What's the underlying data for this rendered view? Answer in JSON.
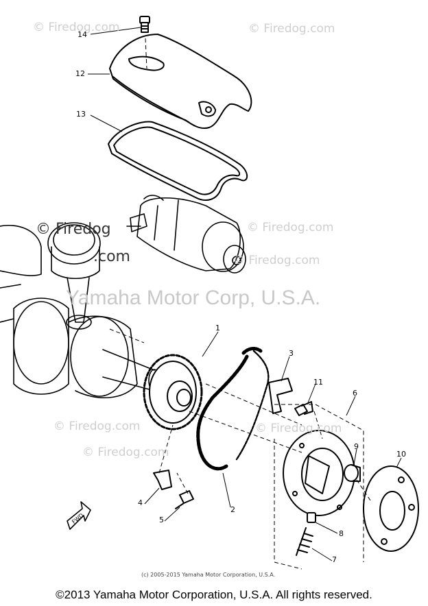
{
  "watermarks": {
    "w1": "© Firedog.com",
    "w2": "© Firedog.com",
    "w3": "© Firedog.com",
    "w4": "© Firedog.com",
    "w5": "© Firedog.com",
    "w6": "© Firedog.com",
    "w7": "© Firedog.com",
    "dark_line1": "© Firedog",
    "dark_line2": ".com"
  },
  "brand_watermark": "Yamaha Motor Corp, U.S.A.",
  "callouts": {
    "c1": "1",
    "c2": "2",
    "c3": "3",
    "c4": "4",
    "c5": "5",
    "c6": "6",
    "c7": "7",
    "c8": "8",
    "c9": "9",
    "c10": "10",
    "c11": "11",
    "c12": "12",
    "c13": "13",
    "c14": "14"
  },
  "fwd_label": "FWD",
  "small_copyright": "(c) 2005-2015 Yamaha Motor Corporation, U.S.A.",
  "footer": "©2013 Yamaha Motor Corporation, U.S.A. All rights reserved."
}
